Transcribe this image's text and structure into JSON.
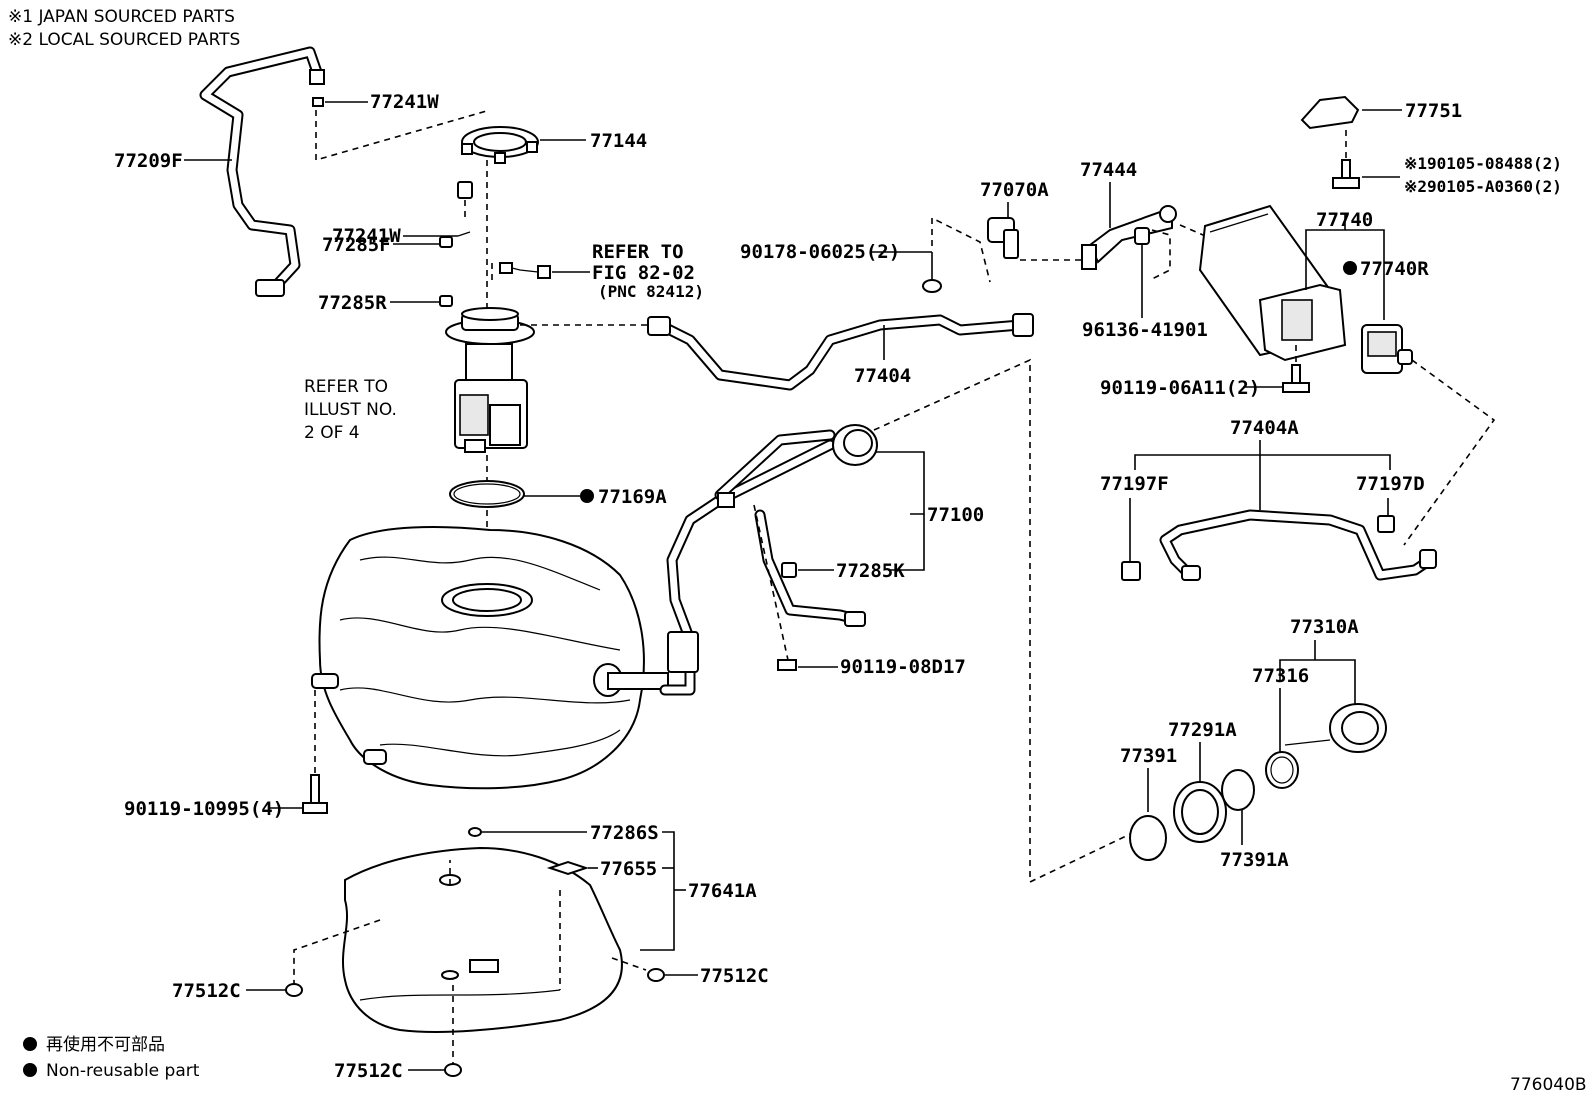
{
  "header": {
    "note1": "※1 JAPAN SOURCED PARTS",
    "note2": "※2 LOCAL SOURCED PARTS"
  },
  "parts": {
    "p77241W_a": "77241W",
    "p77144": "77144",
    "p77209F": "77209F",
    "p77241W_b": "77241W",
    "p77285F": "77285F",
    "p77285R": "77285R",
    "refer_fig_1": "REFER TO",
    "refer_fig_2": "FIG 82-02",
    "refer_fig_3": "(PNC 82412)",
    "refer_illust_1": "REFER TO",
    "refer_illust_2": "ILLUST NO.",
    "refer_illust_3": "2 OF 4",
    "p77169A": "77169A",
    "p77100": "77100",
    "p77285K": "77285K",
    "p90119_08D17": "90119-08D17",
    "p90119_10995": "90119-10995(4)",
    "p77286S": "77286S",
    "p77655": "77655",
    "p77641A": "77641A",
    "p77512C_a": "77512C",
    "p77512C_b": "77512C",
    "p77512C_c": "77512C",
    "p77404": "77404",
    "p90178_06025": "90178-06025(2)",
    "p77070A": "77070A",
    "p77444": "77444",
    "p96136_41901": "96136-41901",
    "p77751": "77751",
    "p90105_08488": "※190105-08488(2)",
    "p90105_A0360": "※290105-A0360(2)",
    "p77740": "77740",
    "p77740R": "77740R",
    "p90119_06A11": "90119-06A11(2)",
    "p77404A": "77404A",
    "p77197F": "77197F",
    "p77197D": "77197D",
    "p77310A": "77310A",
    "p77316": "77316",
    "p77291A": "77291A",
    "p77391": "77391",
    "p77391A": "77391A"
  },
  "legend": {
    "jp": "再使用不可部品",
    "en": "Non-reusable part"
  },
  "figure_id": "776040B"
}
